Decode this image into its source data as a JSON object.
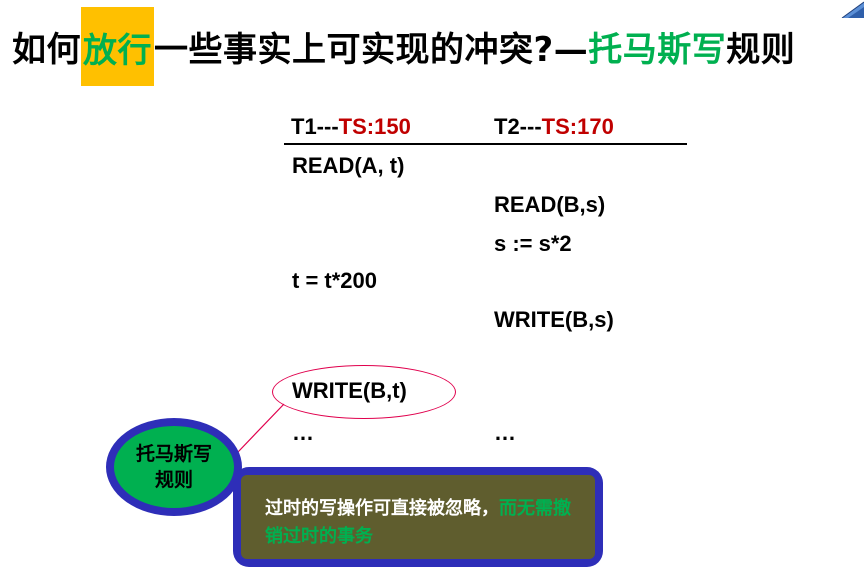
{
  "title": {
    "part1": "如何",
    "highlight": "放行",
    "part2": "一些事实上可实现的冲突?—",
    "emphasis": "托马斯写",
    "part3": "规则"
  },
  "schedule": {
    "t1_header": {
      "name": "T1---",
      "ts": "TS:150"
    },
    "t2_header": {
      "name": "T2---",
      "ts": "TS:170"
    },
    "t1_ops": [
      "READ(A, t)",
      "t = t*200",
      "WRITE(B,t)",
      "…"
    ],
    "t2_ops": [
      "READ(B,s)",
      "s := s*2",
      "WRITE(B,s)",
      "…"
    ]
  },
  "callout_circle": {
    "text": "托马斯写规则"
  },
  "callout_box": {
    "text_white": "过时的写操作可直接被忽略，",
    "text_green": "而无需撤销过时的事务"
  },
  "colors": {
    "highlight_bg": "#ffc000",
    "green": "#00b050",
    "red": "#c00000",
    "callout_border": "#2e2eb8",
    "box_fill": "#5f5d2e",
    "ellipse_stroke": "#e0004d"
  },
  "icons": {
    "corner": "corner-logo-icon"
  }
}
